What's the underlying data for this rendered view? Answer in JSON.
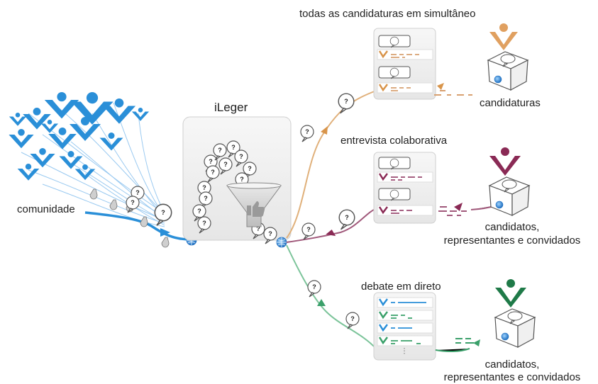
{
  "labels": {
    "community": "comunidade",
    "hub": "iLeger",
    "branch_top": "todas as candidaturas em simultâneo",
    "branch_mid": "entrevista colaborativa",
    "branch_bottom": "debate em direto",
    "target_top": "candidaturas",
    "target_mid_line1": "candidatos,",
    "target_mid_line2": "representantes e convidados",
    "target_bottom_line1": "candidatos,",
    "target_bottom_line2": "representantes e convidados"
  },
  "question_mark": "?",
  "colors": {
    "community": "#2a8fd8",
    "top_branch": "#e0a060",
    "mid_branch": "#8a2a55",
    "bottom_branch": "#3aa06a",
    "bubble": "#555555"
  },
  "icons": [
    "person-v-icon",
    "globe-icon",
    "thumbs-up-icon",
    "funnel-icon",
    "ballot-box-icon",
    "speech-bubble-icon"
  ]
}
